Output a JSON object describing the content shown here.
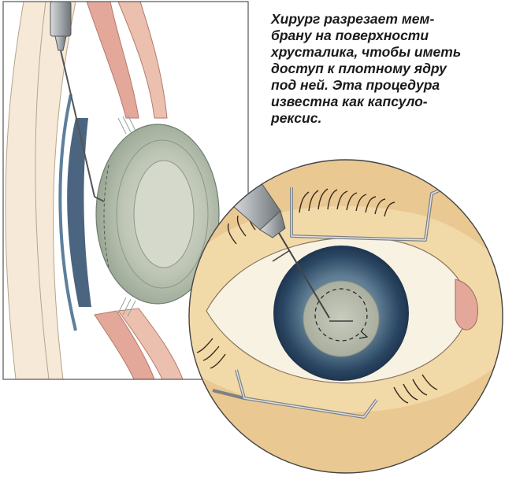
{
  "caption": {
    "lines": [
      "Хирург разрезает мем-",
      "брану на поверхности",
      "хрусталика, чтобы иметь",
      "доступ к плотному ядру",
      "под ней. Эта процедура",
      "известна как капсуло-",
      "рексис."
    ]
  },
  "colors": {
    "skin": "#f2d9a8",
    "skin_dark": "#e6bf86",
    "iris_dark": "#1f3550",
    "iris_mid": "#5f7d93",
    "lens": "#c6cbb8",
    "lens_rim": "#9ca896",
    "instrument": "#a9aeb2",
    "pink": "#e3a89a",
    "outline": "#333333"
  },
  "icons": [
    "side-eye-cross-section-icon",
    "surgical-probe-icon",
    "eye-closeup-icon",
    "lid-speculum-icon"
  ]
}
